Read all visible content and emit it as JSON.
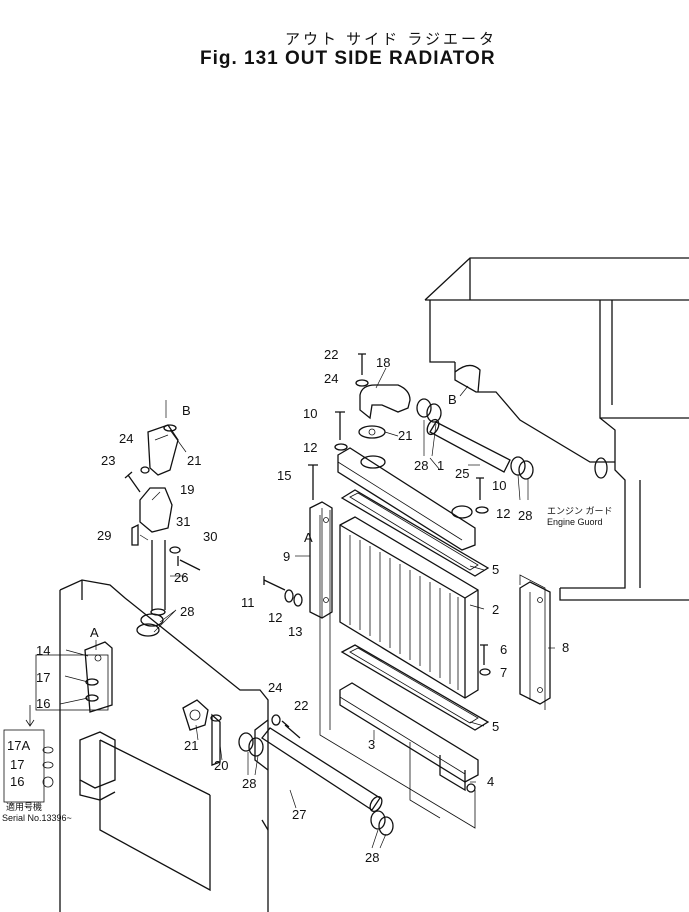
{
  "title_jp": "アウト サイド ラジエータ",
  "title_en": "Fig. 131 OUT SIDE RADIATOR",
  "engine_guard_jp": "エンジン ガード",
  "engine_guard_en": "Engine Guord",
  "serial_jp": "適用号機",
  "serial_en": "Serial No.13396~",
  "letter_a": "A",
  "letter_b": "B",
  "labels": [
    "1",
    "2",
    "3",
    "4",
    "5",
    "5",
    "6",
    "7",
    "8",
    "9",
    "10",
    "10",
    "11",
    "12",
    "12",
    "12",
    "13",
    "14",
    "15",
    "16",
    "16",
    "17",
    "17",
    "17A",
    "18",
    "19",
    "20",
    "21",
    "21",
    "21",
    "22",
    "22",
    "23",
    "24",
    "24",
    "24",
    "25",
    "26",
    "27",
    "28",
    "28",
    "28",
    "28",
    "28",
    "29",
    "30",
    "31"
  ]
}
